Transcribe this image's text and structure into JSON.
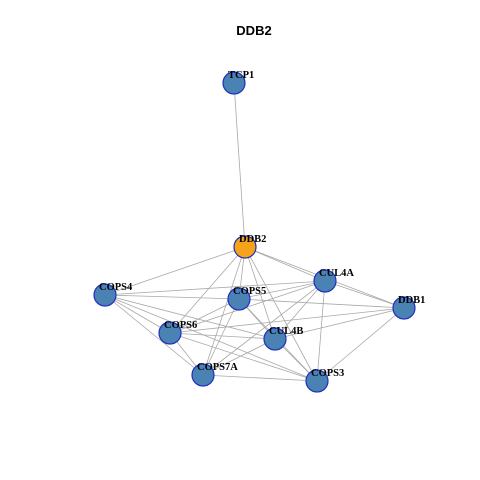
{
  "title": "DDB2",
  "colors": {
    "query_node": "#f5a31a",
    "other_node": "#4a82b4",
    "node_border": "#1f2fbf",
    "edge": "#a9a9a9"
  },
  "nodes": [
    {
      "id": "TCP1",
      "label": "TCP1",
      "role": "other"
    },
    {
      "id": "DDB2",
      "label": "DDB2",
      "role": "query"
    },
    {
      "id": "CUL4A",
      "label": "CUL4A",
      "role": "other"
    },
    {
      "id": "COPS4",
      "label": "COPS4",
      "role": "other"
    },
    {
      "id": "COPS5",
      "label": "COPS5",
      "role": "other"
    },
    {
      "id": "DDB1",
      "label": "DDB1",
      "role": "other"
    },
    {
      "id": "COPS6",
      "label": "COPS6",
      "role": "other"
    },
    {
      "id": "CUL4B",
      "label": "CUL4B",
      "role": "other"
    },
    {
      "id": "COPS7A",
      "label": "COPS7A",
      "role": "other"
    },
    {
      "id": "COPS3",
      "label": "COPS3",
      "role": "other"
    }
  ],
  "edges": [
    [
      "TCP1",
      "DDB2"
    ],
    [
      "DDB2",
      "COPS4"
    ],
    [
      "DDB2",
      "CUL4A"
    ],
    [
      "DDB2",
      "DDB1"
    ],
    [
      "DDB2",
      "COPS5"
    ],
    [
      "DDB2",
      "COPS6"
    ],
    [
      "DDB2",
      "CUL4B"
    ],
    [
      "DDB2",
      "COPS7A"
    ],
    [
      "DDB2",
      "COPS3"
    ],
    [
      "COPS4",
      "CUL4A"
    ],
    [
      "COPS4",
      "COPS5"
    ],
    [
      "COPS4",
      "COPS6"
    ],
    [
      "COPS4",
      "CUL4B"
    ],
    [
      "COPS4",
      "COPS7A"
    ],
    [
      "COPS4",
      "COPS3"
    ],
    [
      "CUL4A",
      "DDB1"
    ],
    [
      "CUL4A",
      "COPS5"
    ],
    [
      "CUL4A",
      "COPS6"
    ],
    [
      "CUL4A",
      "CUL4B"
    ],
    [
      "CUL4A",
      "COPS7A"
    ],
    [
      "CUL4A",
      "COPS3"
    ],
    [
      "COPS5",
      "DDB1"
    ],
    [
      "COPS5",
      "COPS6"
    ],
    [
      "COPS5",
      "CUL4B"
    ],
    [
      "COPS5",
      "COPS7A"
    ],
    [
      "COPS5",
      "COPS3"
    ],
    [
      "DDB1",
      "COPS6"
    ],
    [
      "DDB1",
      "CUL4B"
    ],
    [
      "DDB1",
      "COPS3"
    ],
    [
      "COPS6",
      "CUL4B"
    ],
    [
      "COPS6",
      "COPS7A"
    ],
    [
      "COPS6",
      "COPS3"
    ],
    [
      "CUL4B",
      "COPS7A"
    ],
    [
      "CUL4B",
      "COPS3"
    ],
    [
      "COPS7A",
      "COPS3"
    ]
  ]
}
